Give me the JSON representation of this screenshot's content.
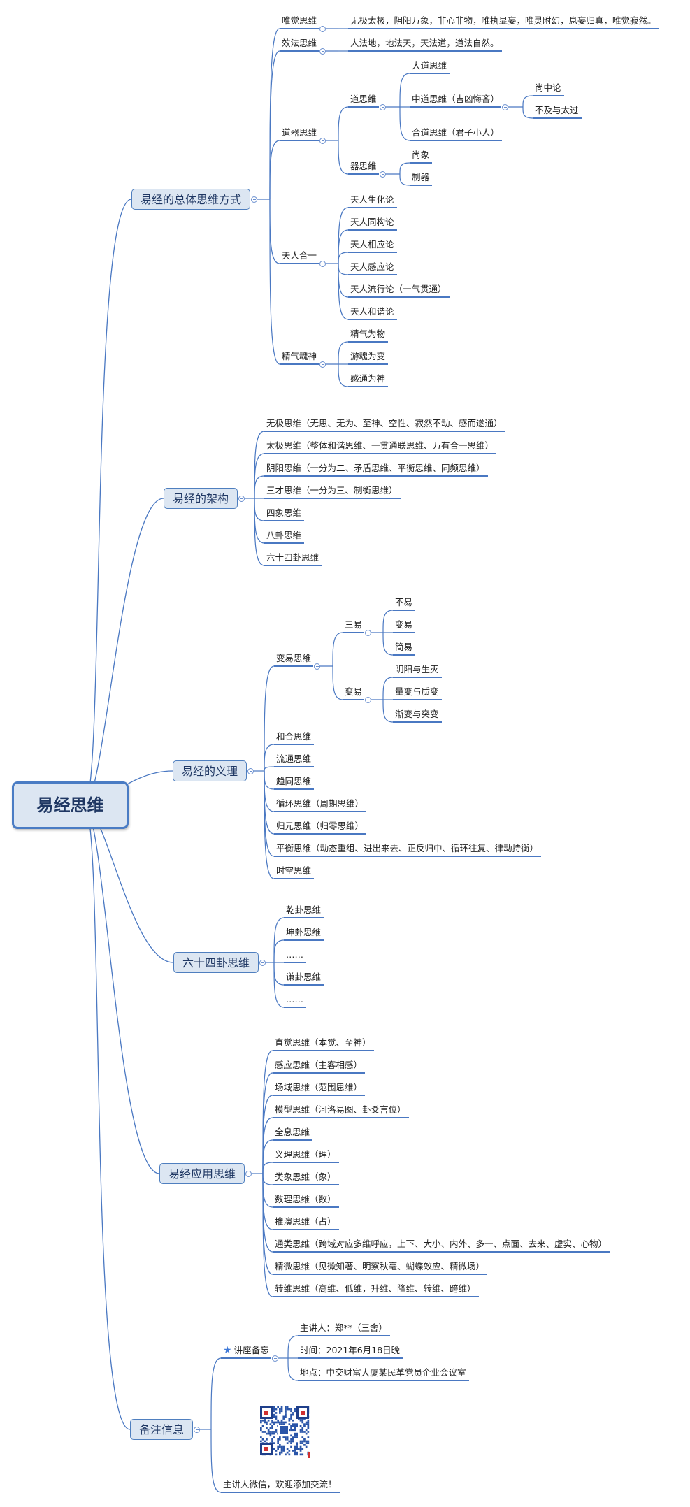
{
  "root": {
    "label": "易经思维"
  },
  "branches": {
    "b1": {
      "label": "易经的总体思维方式",
      "c1": {
        "label": "唯觉思维",
        "d1": "无极太极，阴阳万象，非心非物，唯执显妄，唯灵附幻，息妄归真，唯觉寂然。"
      },
      "c2": {
        "label": "效法思维",
        "d1": "人法地，地法天，天法道，道法自然。"
      },
      "c3": {
        "label": "道器思维",
        "g1": {
          "label": "道思维",
          "h1": "大道思维",
          "h2": "中道思维（吉凶悔吝）",
          "h2a": "尚中论",
          "h2b": "不及与太过",
          "h3": "合道思维（君子小人）"
        },
        "g2": {
          "label": "器思维",
          "h1": "尚象",
          "h2": "制器"
        }
      },
      "c4": {
        "label": "天人合一",
        "d1": "天人生化论",
        "d2": "天人同构论",
        "d3": "天人相应论",
        "d4": "天人感应论",
        "d5": "天人流行论（一气贯通）",
        "d6": "天人和谐论"
      },
      "c5": {
        "label": "精气魂神",
        "d1": "精气为物",
        "d2": "游魂为变",
        "d3": "感通为神"
      }
    },
    "b2": {
      "label": "易经的架构",
      "d1": "无极思维（无思、无为、至神、空性、寂然不动、感而遂通）",
      "d2": "太极思维（整体和谐思维、一贯通联思维、万有合一思维）",
      "d3": "阴阳思维（一分为二、矛盾思维、平衡思维、同频思维）",
      "d4": "三才思维（一分为三、制衡思维）",
      "d5": "四象思维",
      "d6": "八卦思维",
      "d7": "六十四卦思维"
    },
    "b3": {
      "label": "易经的义理",
      "c1": {
        "label": "变易思维",
        "g1": {
          "label": "三易",
          "h1": "不易",
          "h2": "变易",
          "h3": "简易"
        },
        "g2": {
          "label": "变易",
          "h1": "阴阳与生灭",
          "h2": "量变与质变",
          "h3": "渐变与突变"
        }
      },
      "d1": "和合思维",
      "d2": "流通思维",
      "d3": "趋同思维",
      "d4": "循环思维（周期思维）",
      "d5": "归元思维（归零思维）",
      "d6": "平衡思维（动态重组、进出来去、正反归中、循环往复、律动持衡）",
      "d7": "时空思维"
    },
    "b4": {
      "label": "六十四卦思维",
      "d1": "乾卦思维",
      "d2": "坤卦思维",
      "d3": "……",
      "d4": "谦卦思维",
      "d5": "……"
    },
    "b5": {
      "label": "易经应用思维",
      "d1": "直觉思维（本觉、至神）",
      "d2": "感应思维（主客相感）",
      "d3": "场域思维（范围思维）",
      "d4": "模型思维（河洛易图、卦爻言位）",
      "d5": "全息思维",
      "d6": "义理思维（理）",
      "d7": "类象思维（象）",
      "d8": "数理思维（数）",
      "d9": "推演思维（占）",
      "d10": "通类思维（跨域对应多维呼应，上下、大小、内外、多一、点面、去来、虚实、心物）",
      "d11": "精微思维（见微知著、明察秋毫、蝴蝶效应、精微场）",
      "d12": "转维思维（高维、低维，升维、降维、转维、跨维）"
    },
    "b6": {
      "label": "备注信息",
      "c1": {
        "label": "讲座备忘",
        "d1": "主讲人：郑**（三舍）",
        "d2": "时间：2021年6月18日晚",
        "d3": "地点：中交财富大厦某民革党员企业会议室"
      },
      "c2": {
        "label": "主讲人微信，欢迎添加交流！"
      }
    }
  },
  "colors": {
    "line": "#4a78c2",
    "node_fill": "#dce6f2",
    "node_text": "#1f3763"
  },
  "icons": {
    "marker": "star-icon",
    "image": "qr-code-image"
  }
}
